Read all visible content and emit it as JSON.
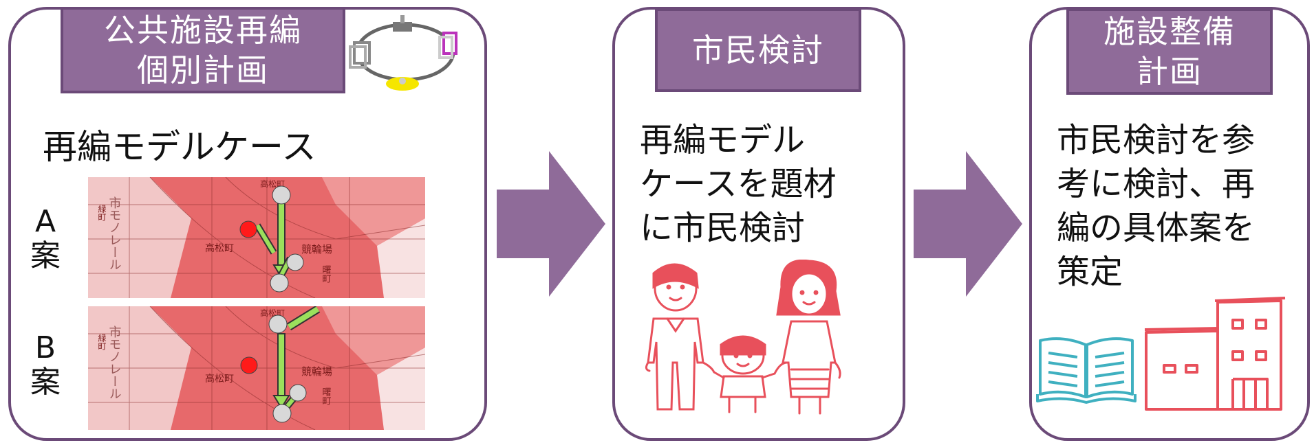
{
  "panels": [
    {
      "title": "公共施設再編\n個別計画",
      "subtitle": "再編モデルケース",
      "cases": [
        {
          "label": "A\n案",
          "map_labels": [
            "高松町",
            "高松町",
            "市モノレール",
            "緑町",
            "競輪場",
            "曙町"
          ]
        },
        {
          "label": "B\n案",
          "map_labels": [
            "高松町",
            "高松町",
            "市モノレール",
            "緑町",
            "競輪場",
            "曙町"
          ]
        }
      ]
    },
    {
      "title": "市民検討",
      "body": "再編モデル\nケースを題材\nに市民検討"
    },
    {
      "title": "施設整備\n計画",
      "body": "市民検討を参\n考に検討、再\n編の具体案を\n策定"
    }
  ],
  "colors": {
    "panel_border": "#6b4a78",
    "header_fill": "#8f6b99",
    "arrow_fill": "#8f6b99",
    "map_red": "#e7696b",
    "map_light": "#f3b6b6",
    "move_arrow": "#9be05c",
    "facility_red": "#ff1a1a",
    "illustration_red": "#e8505b",
    "book_teal": "#3fb0c0"
  }
}
